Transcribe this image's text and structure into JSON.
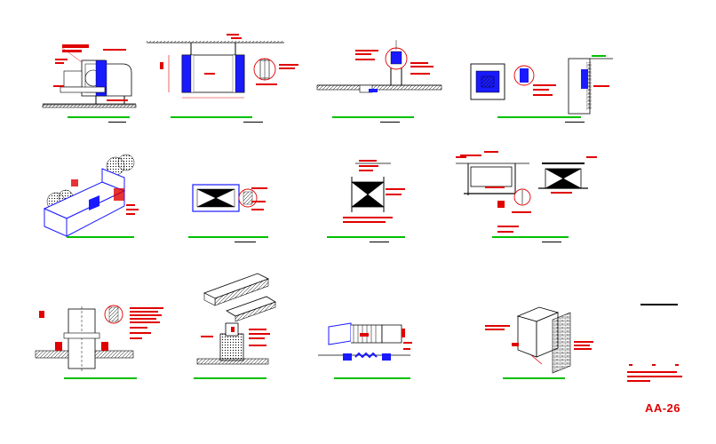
{
  "sheet": {
    "number": "AA-26",
    "colors": {
      "background": "#ffffff",
      "linework": "#000000",
      "annotation": "#e00000",
      "caption": "#00c000",
      "duct": "#0000ff"
    }
  },
  "details": [
    {
      "id": "d1",
      "name": "extraction-fan",
      "icons": [
        "fan-icon",
        "duct-icon"
      ]
    },
    {
      "id": "d2",
      "name": "duct-support",
      "icons": [
        "duct-icon",
        "hanger-icon"
      ]
    },
    {
      "id": "d3",
      "name": "ceiling-duct-support",
      "icons": [
        "ceiling-icon",
        "hanger-icon"
      ]
    },
    {
      "id": "d4",
      "name": "wall-grille",
      "icons": [
        "grille-icon",
        "wall-icon"
      ]
    },
    {
      "id": "d5",
      "name": "isometric-duct-run",
      "icons": [
        "duct-icon",
        "tree-icon"
      ]
    },
    {
      "id": "d6",
      "name": "duct-section-insulation",
      "icons": [
        "duct-icon"
      ]
    },
    {
      "id": "d7",
      "name": "floor-duct-support",
      "icons": [
        "duct-icon"
      ]
    },
    {
      "id": "d8",
      "name": "duct-support-elevation",
      "icons": [
        "duct-icon",
        "hanger-icon"
      ]
    },
    {
      "id": "d9",
      "name": "floor-penetration",
      "icons": [
        "slab-icon",
        "duct-icon"
      ]
    },
    {
      "id": "d10",
      "name": "roof-curb-support",
      "icons": [
        "curb-icon",
        "duct-icon"
      ]
    },
    {
      "id": "d11",
      "name": "flexible-duct-connection",
      "icons": [
        "flex-duct-icon"
      ]
    },
    {
      "id": "d12",
      "name": "wall-duct-support",
      "icons": [
        "duct-icon",
        "wall-icon"
      ]
    }
  ]
}
